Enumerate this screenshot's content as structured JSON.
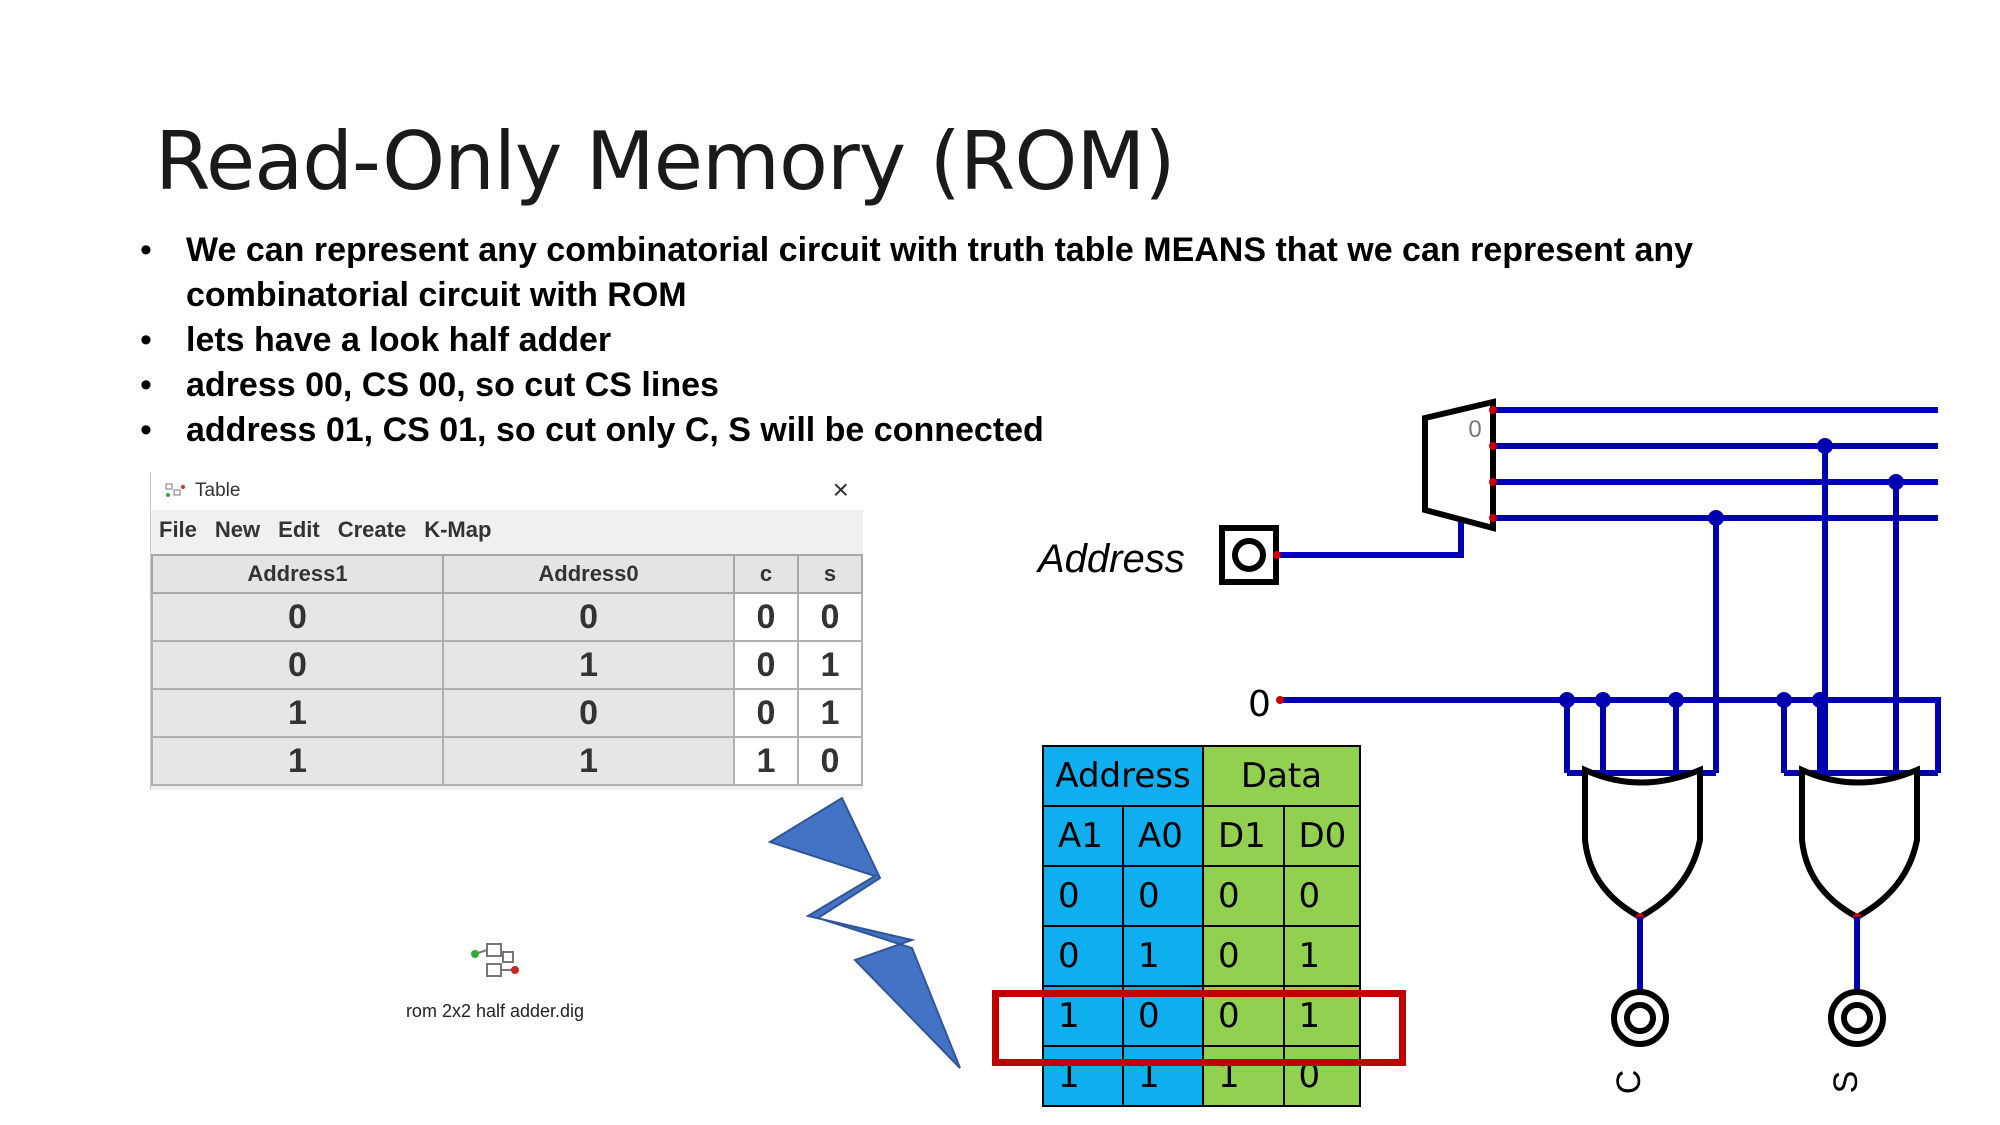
{
  "title": "Read-Only Memory (ROM)",
  "bullets": [
    "We can represent any combinatorial circuit with truth table MEANS that we can represent any combinatorial circuit with ROM",
    "lets have a look half adder",
    "adress 00, CS 00, so cut CS lines",
    "address 01, CS 01, so cut only C, S will be connected"
  ],
  "table_window": {
    "title": "Table",
    "menu": [
      "File",
      "New",
      "Edit",
      "Create",
      "K-Map"
    ],
    "headers": [
      "Address1",
      "Address0",
      "c",
      "s"
    ],
    "rows": [
      [
        "0",
        "0",
        "0",
        "0"
      ],
      [
        "0",
        "1",
        "0",
        "1"
      ],
      [
        "1",
        "0",
        "0",
        "1"
      ],
      [
        "1",
        "1",
        "1",
        "0"
      ]
    ]
  },
  "file_icon": {
    "name": "rom 2x2 half adder.dig"
  },
  "rom_table": {
    "group_headers": [
      "Address",
      "Data"
    ],
    "headers": [
      "A1",
      "A0",
      "D1",
      "D0"
    ],
    "rows": [
      [
        "0",
        "0",
        "0",
        "0"
      ],
      [
        "0",
        "1",
        "0",
        "1"
      ],
      [
        "1",
        "0",
        "0",
        "1"
      ],
      [
        "1",
        "1",
        "1",
        "0"
      ]
    ]
  },
  "circuit": {
    "address_label": "Address",
    "mux_label": "0",
    "const_label": "0",
    "outputs": [
      "C",
      "S"
    ],
    "colors": {
      "wire": "#0000b0",
      "dot": "#cc0000",
      "bolt": "#4472c4",
      "highlight": "#c00000"
    }
  }
}
